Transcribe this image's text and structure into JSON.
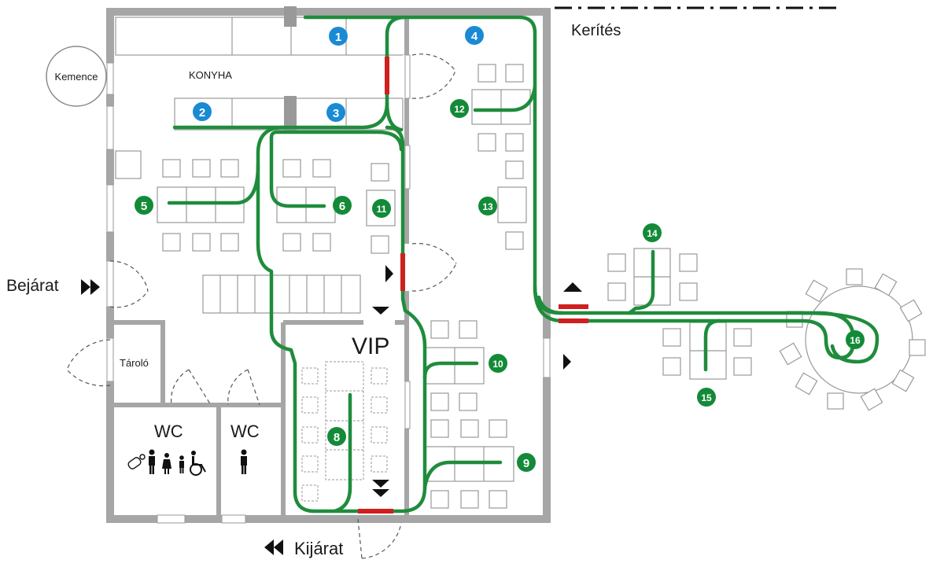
{
  "labels": {
    "kerites": "Kerítés",
    "kemence": "Kemence",
    "konyha": "KONYHA",
    "bejarat": "Bejárat",
    "taorolo": "Tároló",
    "wc1": "WC",
    "wc2": "WC",
    "vip": "VIP",
    "kijarat": "Kijárat"
  },
  "colors": {
    "wall": "#a6a6a6",
    "route": "#1f8c3c",
    "door_red": "#d01f1f",
    "blue_marker": "#1a8ad4",
    "green_marker": "#138a38"
  },
  "markers": {
    "kitchen": [
      "1",
      "2",
      "3",
      "4"
    ],
    "tables": [
      "5",
      "6",
      "8",
      "9",
      "10",
      "11",
      "12",
      "13",
      "14",
      "15",
      "16"
    ]
  }
}
